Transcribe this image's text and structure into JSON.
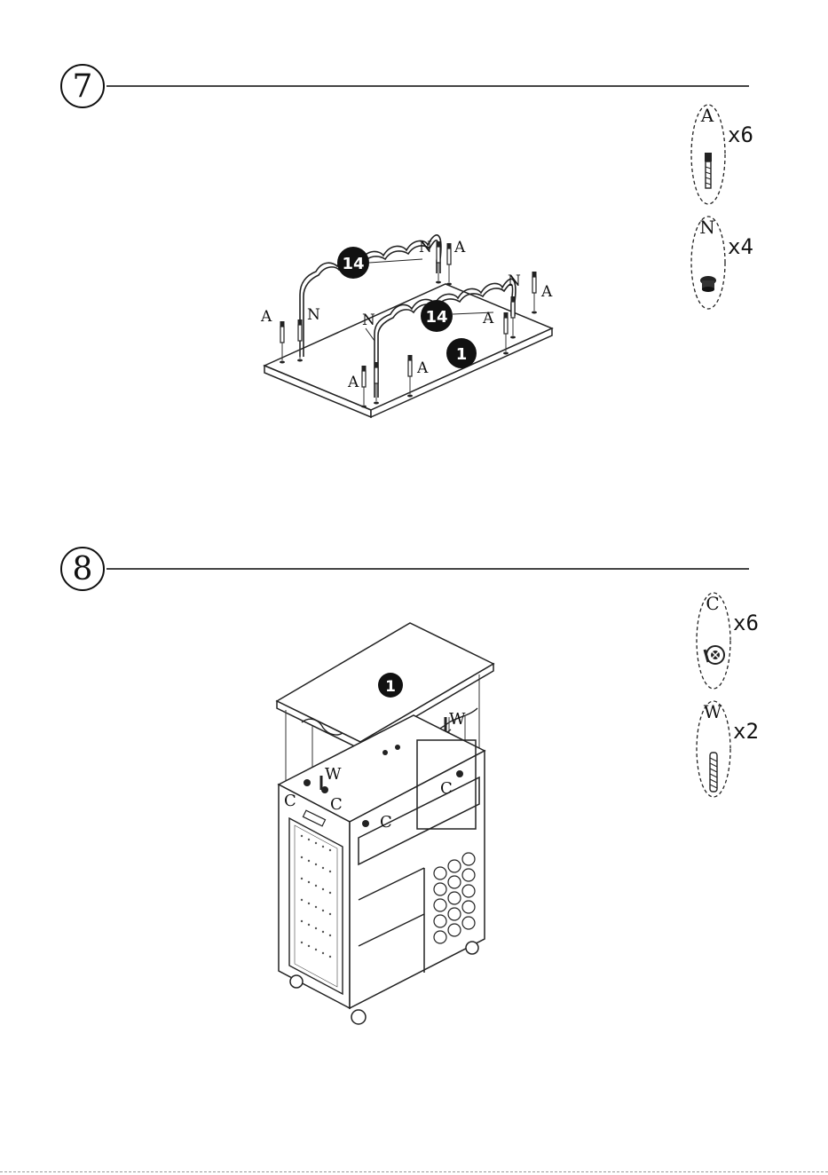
{
  "steps": [
    {
      "number": "7",
      "parts": [
        {
          "letter": "A",
          "qty": "x6",
          "icon": "bolt-icon"
        },
        {
          "letter": "N",
          "qty": "x4",
          "icon": "nut-icon"
        }
      ],
      "callouts": {
        "board": "1",
        "rail": "14",
        "bolt": "A",
        "nut": "N"
      }
    },
    {
      "number": "8",
      "parts": [
        {
          "letter": "C",
          "qty": "x6",
          "icon": "cam-lock-icon"
        },
        {
          "letter": "W",
          "qty": "x2",
          "icon": "wood-dowel-icon"
        }
      ],
      "callouts": {
        "top": "1",
        "cam": "C",
        "dowel": "W"
      }
    }
  ]
}
